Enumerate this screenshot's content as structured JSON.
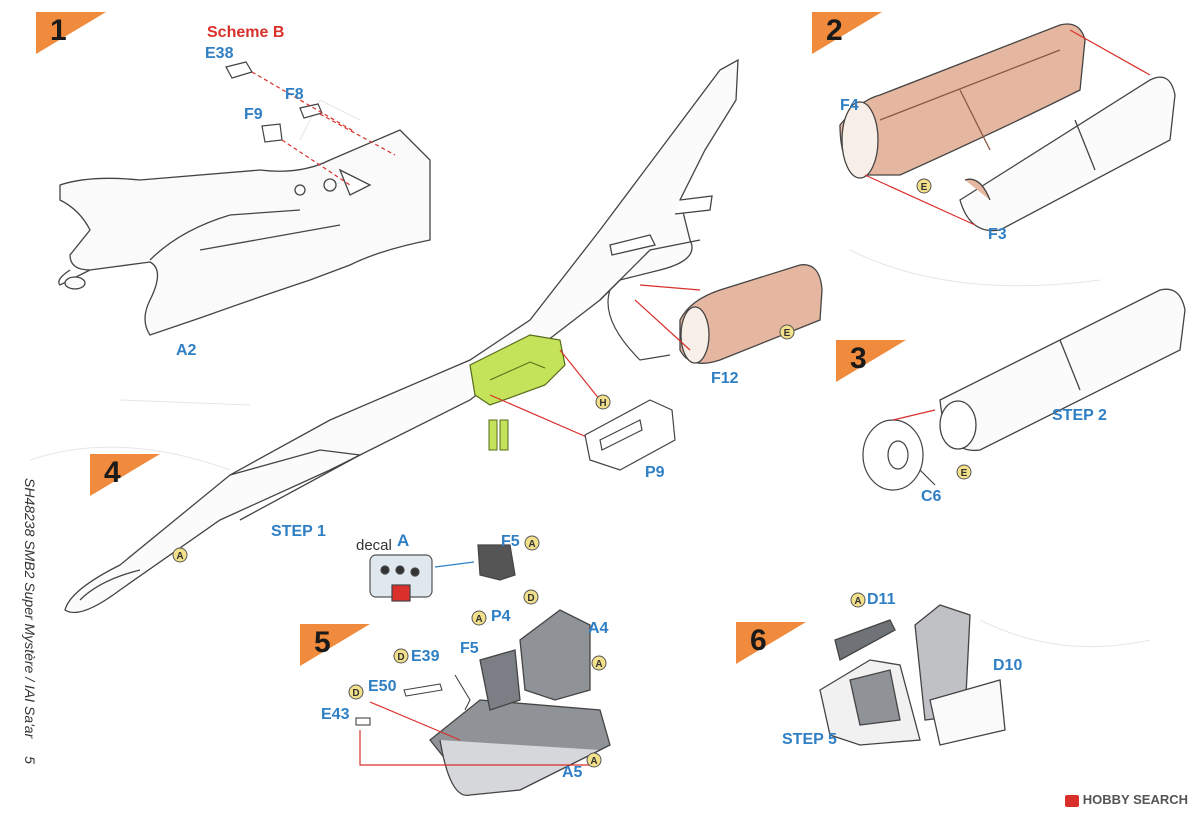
{
  "page": {
    "side_text": "SH48238 SMB2 Super Mystère / IAI Sa'ar",
    "page_number": "5",
    "watermark": "HOBBY SEARCH"
  },
  "steps": [
    {
      "num": "1"
    },
    {
      "num": "2"
    },
    {
      "num": "3"
    },
    {
      "num": "4"
    },
    {
      "num": "5"
    },
    {
      "num": "6"
    }
  ],
  "labels": {
    "scheme": "Scheme B",
    "e38": "E38",
    "f8": "F8",
    "f9": "F9",
    "a2": "A2",
    "f4": "F4",
    "f3": "F3",
    "f12": "F12",
    "p9": "P9",
    "step2": "STEP 2",
    "c6": "C6",
    "step1": "STEP 1",
    "decal": "decal",
    "decal_a": "A",
    "f5_top": "F5",
    "p4": "P4",
    "a4": "A4",
    "f5": "F5",
    "e39": "E39",
    "e50": "E50",
    "e43": "E43",
    "a5": "A5",
    "d11": "D11",
    "d10": "D10",
    "step5": "STEP 5"
  },
  "paint_codes": {
    "e": "E",
    "h": "H",
    "a": "A",
    "d": "D"
  },
  "colors": {
    "step_tag": "#f08a3c",
    "label_blue": "#2f7fc4",
    "label_red": "#d9302b",
    "interior": "#e6b7a0",
    "highlight": "#c4e25a",
    "paint_circle": "#f3e08a"
  }
}
